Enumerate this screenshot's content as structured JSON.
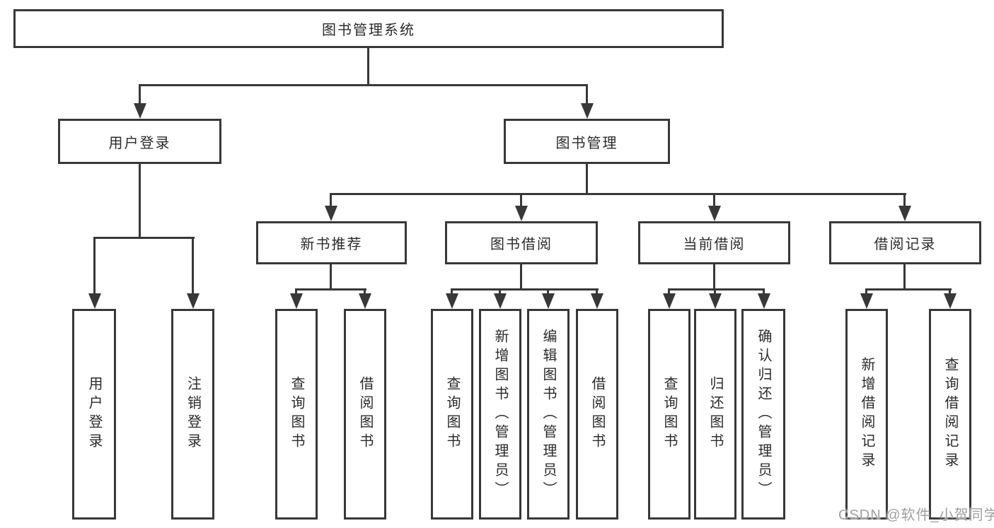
{
  "title": "图书管理系统",
  "tree": {
    "root": {
      "label": "图书管理系统",
      "children": [
        {
          "label": "用户登录",
          "children": [
            {
              "label": "用户登录"
            },
            {
              "label": "注销登录"
            }
          ]
        },
        {
          "label": "图书管理",
          "children": [
            {
              "label": "新书推荐",
              "children": [
                {
                  "label": "查询图书"
                },
                {
                  "label": "借阅图书"
                }
              ]
            },
            {
              "label": "图书借阅",
              "children": [
                {
                  "label": "查询图书"
                },
                {
                  "label": "新增图书（管理员）"
                },
                {
                  "label": "编辑图书（管理员）"
                },
                {
                  "label": "借阅图书"
                }
              ]
            },
            {
              "label": "当前借阅",
              "children": [
                {
                  "label": "查询图书"
                },
                {
                  "label": "归还图书"
                },
                {
                  "label": "确认归还（管理员）"
                }
              ]
            },
            {
              "label": "借阅记录",
              "children": [
                {
                  "label": "新增借阅记录"
                },
                {
                  "label": "查询借阅记录"
                }
              ]
            }
          ]
        }
      ]
    }
  },
  "watermark": "CSDN @软件_小贺同学",
  "colors": {
    "line": "#383838",
    "text": "#2b2b2b",
    "watermark": "#9f9f9f",
    "background": "#ffffff"
  }
}
